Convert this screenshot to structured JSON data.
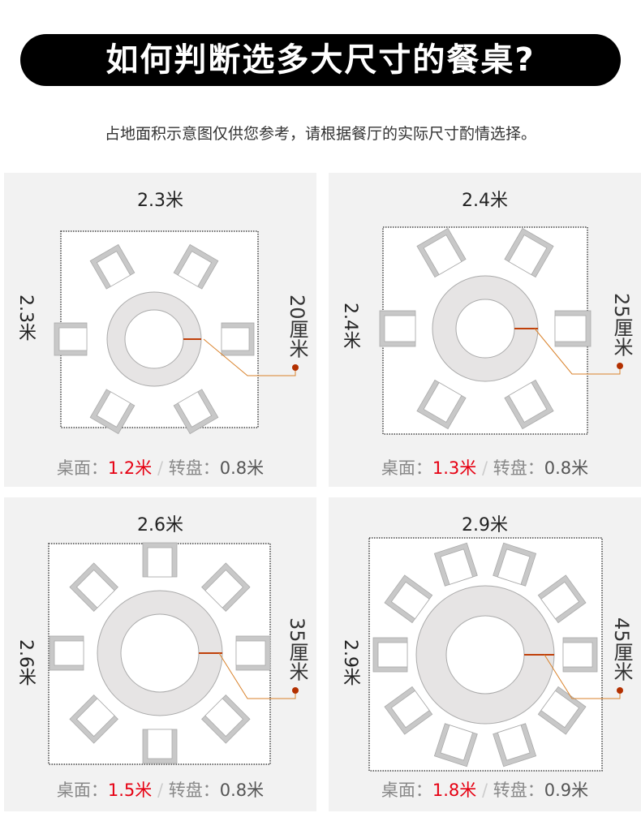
{
  "title": "如何判断选多大尺寸的餐桌?",
  "subtitle": "占地面积示意图仅供您参考，请根据餐厅的实际尺寸酌情选择。",
  "colors": {
    "accent": "#e60012",
    "leader": "#d9822b",
    "dot": "#b33000",
    "ring": "#e6e4e4",
    "chair": "#c8c8c8"
  },
  "panels": [
    {
      "room_w": "2.3米",
      "room_h": "2.3米",
      "ring_width": "20厘米",
      "table_label": "桌面：",
      "table_size": "1.2米",
      "sep": "/",
      "susan_label": "转盘：",
      "susan_size": "0.8米",
      "seats": 6
    },
    {
      "room_w": "2.4米",
      "room_h": "2.4米",
      "ring_width": "25厘米",
      "table_label": "桌面：",
      "table_size": "1.3米",
      "sep": "/",
      "susan_label": "转盘：",
      "susan_size": "0.8米",
      "seats": 6
    },
    {
      "room_w": "2.6米",
      "room_h": "2.6米",
      "ring_width": "35厘米",
      "table_label": "桌面：",
      "table_size": "1.5米",
      "sep": "/",
      "susan_label": "转盘：",
      "susan_size": "0.8米",
      "seats": 8
    },
    {
      "room_w": "2.9米",
      "room_h": "2.9米",
      "ring_width": "45厘米",
      "table_label": "桌面：",
      "table_size": "1.8米",
      "sep": "/",
      "susan_label": "转盘：",
      "susan_size": "0.9米",
      "seats": 10
    }
  ]
}
